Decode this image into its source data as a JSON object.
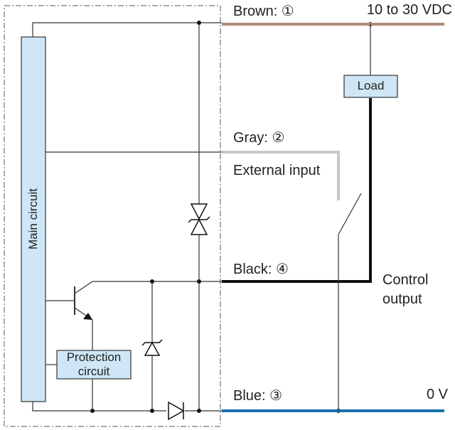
{
  "wires": {
    "brown": "Brown: ①",
    "gray": "Gray: ②",
    "black": "Black: ④",
    "blue": "Blue: ③"
  },
  "supply": {
    "positive": "10 to 30 VDC",
    "negative": "0 V"
  },
  "external_input": "External input",
  "control_output_line1": "Control",
  "control_output_line2": "output",
  "blocks": {
    "main_circuit": "Main circuit",
    "protection_line1": "Protection",
    "protection_line2": "circuit",
    "load": "Load"
  },
  "colors": {
    "brown_wire": "#b08a74",
    "gray_wire": "#c8c8c8",
    "black_wire": "#111111",
    "blue_wire": "#1a6fae",
    "block_fill": "#cfe6f6"
  }
}
